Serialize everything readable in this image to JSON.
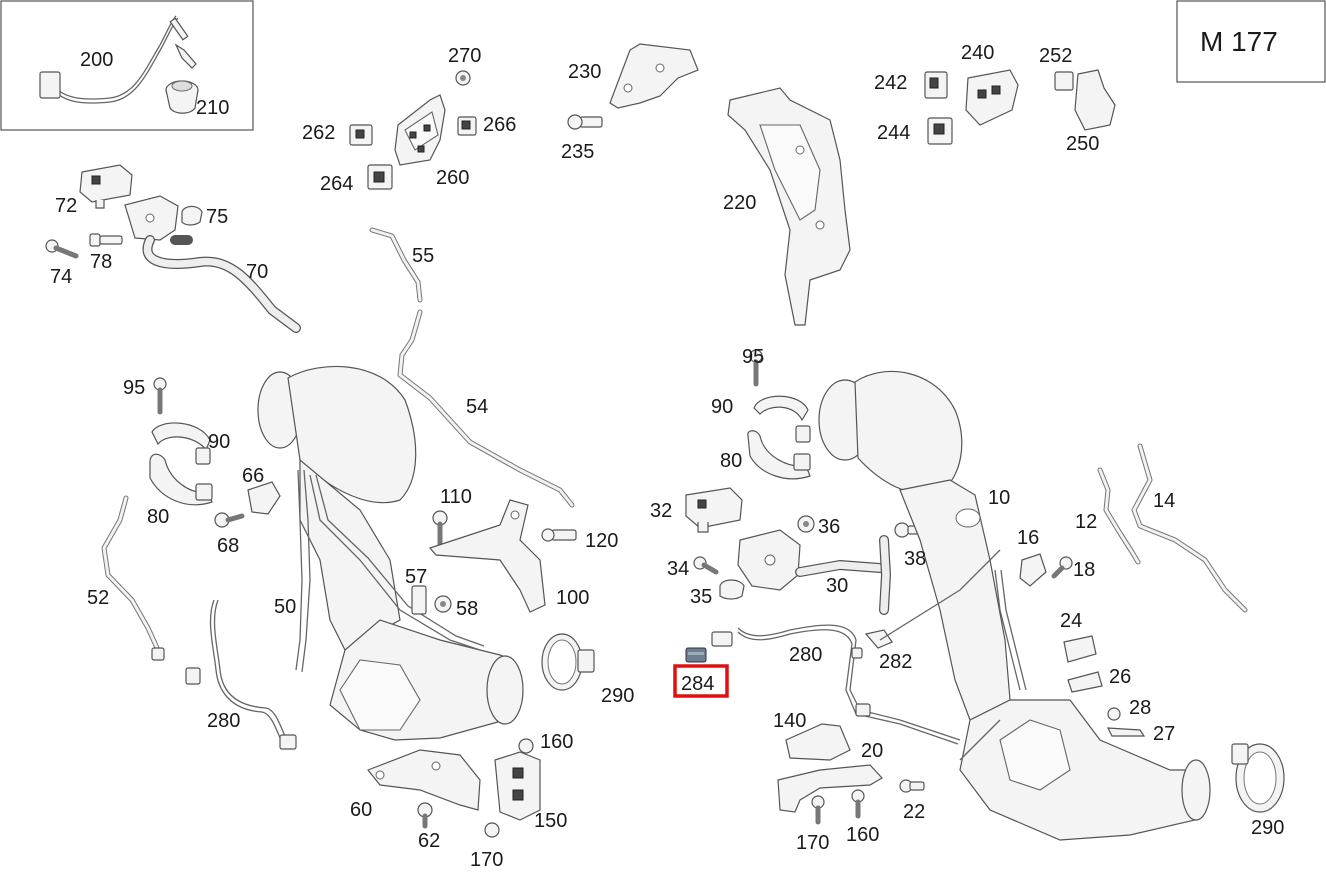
{
  "model": "M  177",
  "highlighted_part": "284",
  "highlight_color": "#e01010",
  "callouts": [
    "200",
    "210",
    "270",
    "262",
    "266",
    "264",
    "260",
    "230",
    "235",
    "220",
    "242",
    "240",
    "252",
    "244",
    "250",
    "72",
    "75",
    "74",
    "78",
    "70",
    "55",
    "54",
    "95",
    "90",
    "80",
    "66",
    "68",
    "110",
    "120",
    "52",
    "50",
    "57",
    "58",
    "100",
    "280",
    "60",
    "62",
    "150",
    "160",
    "170",
    "290",
    "32",
    "36",
    "34",
    "38",
    "35",
    "30",
    "284",
    "282",
    "10",
    "16",
    "18",
    "12",
    "14",
    "24",
    "26",
    "28",
    "27",
    "140",
    "20",
    "22"
  ]
}
